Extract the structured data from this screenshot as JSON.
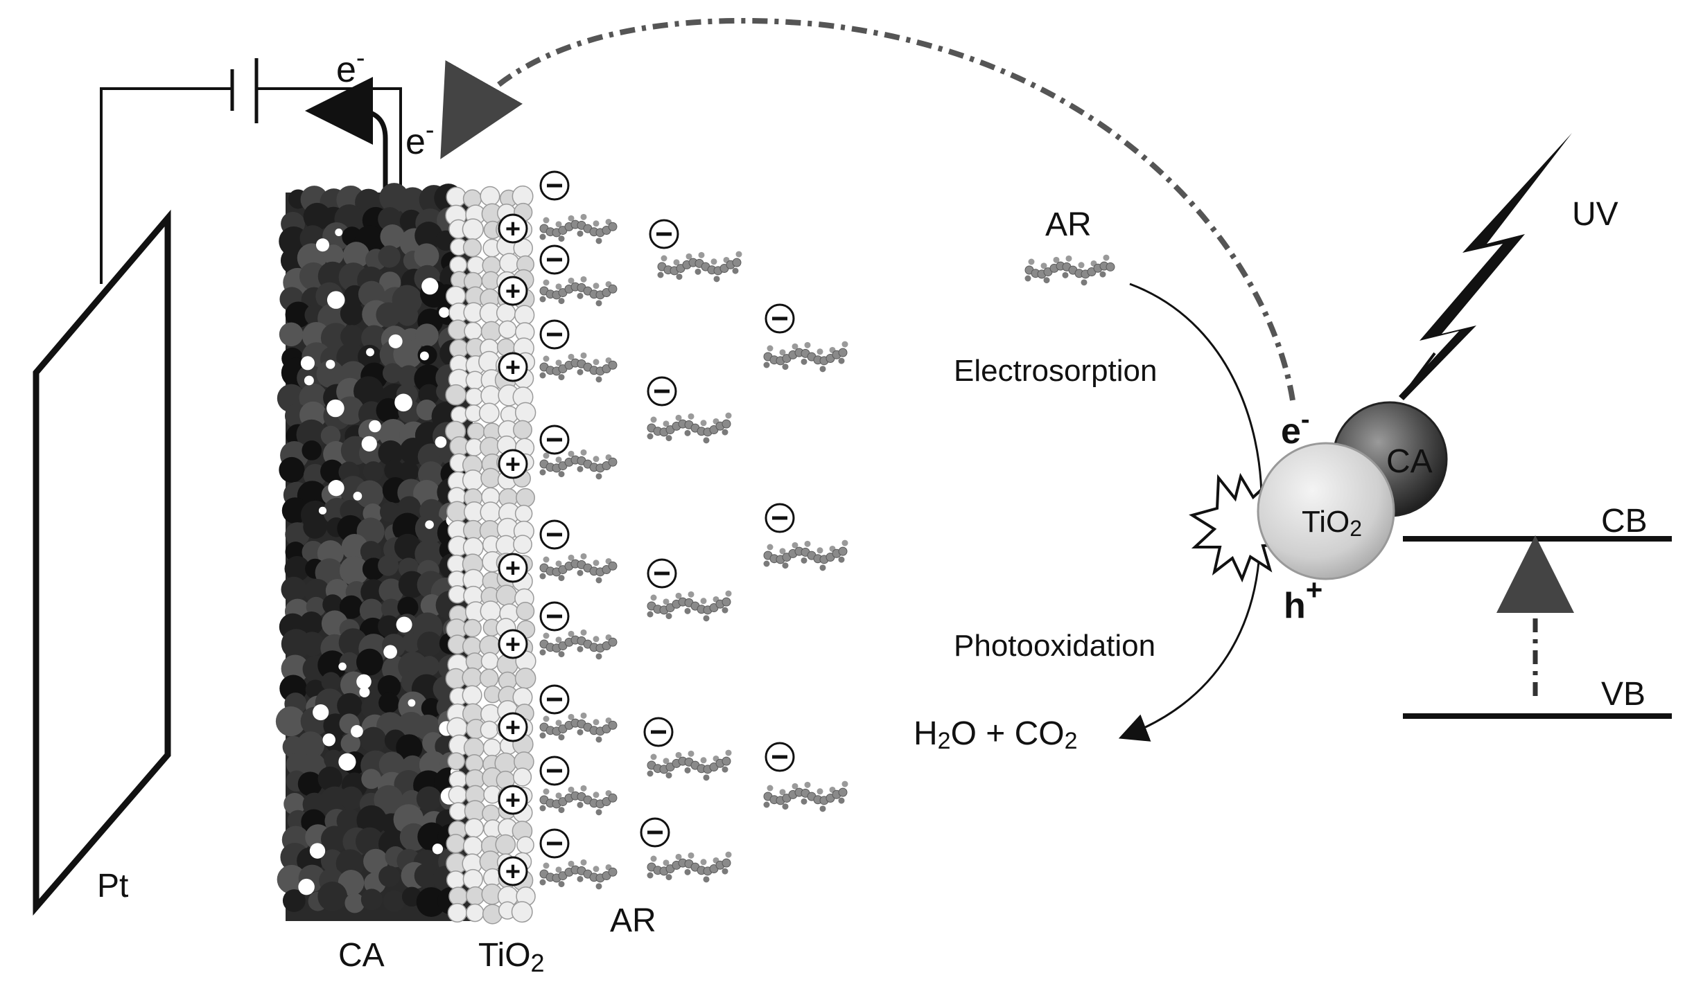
{
  "labels": {
    "e_top": "e",
    "e_top_sup": "-",
    "e_side": "e",
    "e_side_sup": "-",
    "pt": "Pt",
    "ca_bottom": "CA",
    "tio2_bottom": "TiO",
    "tio2_bottom_sub": "2",
    "ar_bottom": "AR",
    "ar_right": "AR",
    "electrosorption": "Electrosorption",
    "photooxidation": "Photooxidation",
    "products_h": "H",
    "products_2a": "2",
    "products_o": "O + CO",
    "products_2b": "2",
    "e_particle": "e",
    "e_particle_sup": "-",
    "h_particle": "h",
    "h_particle_sup": "+",
    "ca_particle": "CA",
    "tio2_particle": "TiO",
    "tio2_particle_sub": "2",
    "uv": "UV",
    "cb": "CB",
    "vb": "VB"
  },
  "charges": {
    "plus": "+",
    "minus": "−"
  },
  "colors": {
    "ca_dark": "#1e1e1e",
    "ca_mid": "#3c3c3c",
    "tio2_light": "#e6e6e6",
    "ar_gray": "#7a7a7a",
    "line": "#111111",
    "dashed_arrow": "#555555"
  }
}
